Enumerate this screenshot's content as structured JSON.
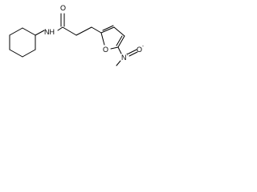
{
  "structure": {
    "atom_labels": {
      "nh": "NH",
      "carbonyl_o": "O",
      "furan_o": "O",
      "nitro_n": "N",
      "nitro_n_charge": "+",
      "nitro_o": "O",
      "nitro_o_charge": "-"
    }
  }
}
